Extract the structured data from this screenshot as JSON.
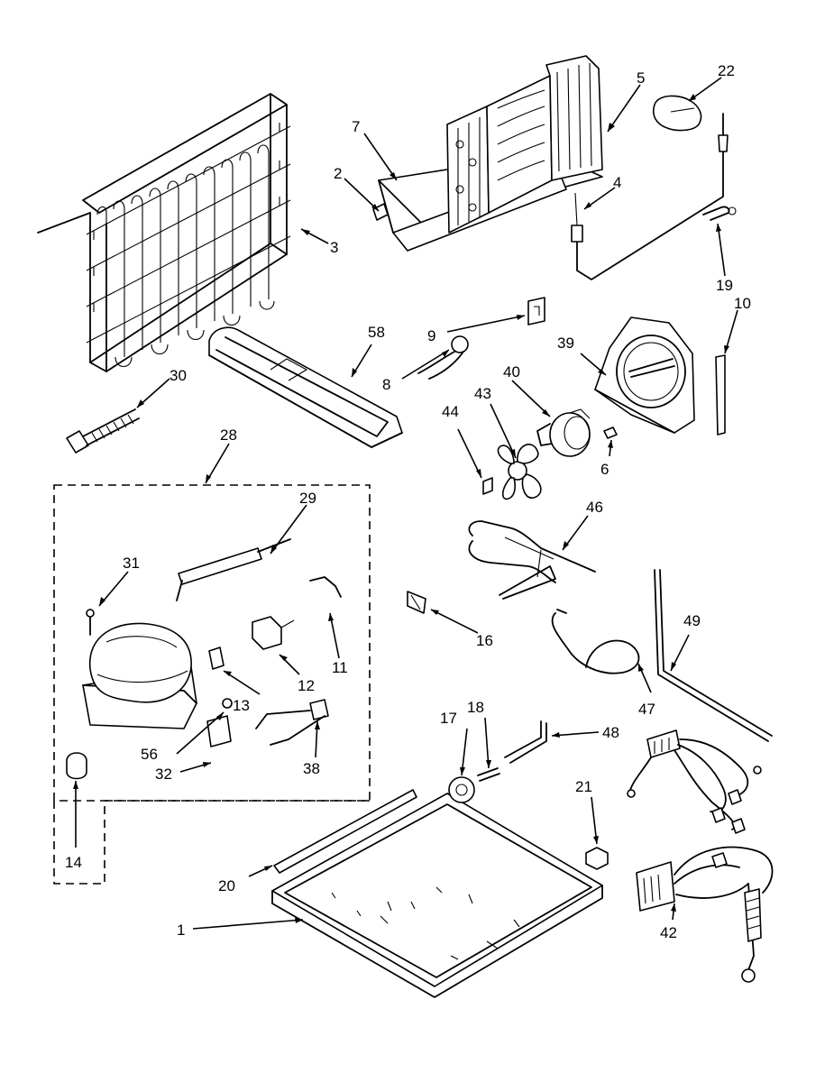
{
  "diagram": {
    "callouts": [
      {
        "id": "c1",
        "text": "1"
      },
      {
        "id": "c2",
        "text": "2"
      },
      {
        "id": "c3",
        "text": "3"
      },
      {
        "id": "c4",
        "text": "4"
      },
      {
        "id": "c5",
        "text": "5"
      },
      {
        "id": "c6",
        "text": "6"
      },
      {
        "id": "c7",
        "text": "7"
      },
      {
        "id": "c8",
        "text": "8"
      },
      {
        "id": "c9",
        "text": "9"
      },
      {
        "id": "c10",
        "text": "10"
      },
      {
        "id": "c11",
        "text": "11"
      },
      {
        "id": "c12",
        "text": "12"
      },
      {
        "id": "c13",
        "text": "13"
      },
      {
        "id": "c14",
        "text": "14"
      },
      {
        "id": "c16",
        "text": "16"
      },
      {
        "id": "c17",
        "text": "17"
      },
      {
        "id": "c18",
        "text": "18"
      },
      {
        "id": "c19",
        "text": "19"
      },
      {
        "id": "c20",
        "text": "20"
      },
      {
        "id": "c21",
        "text": "21"
      },
      {
        "id": "c22",
        "text": "22"
      },
      {
        "id": "c28",
        "text": "28"
      },
      {
        "id": "c29",
        "text": "29"
      },
      {
        "id": "c30",
        "text": "30"
      },
      {
        "id": "c31",
        "text": "31"
      },
      {
        "id": "c32",
        "text": "32"
      },
      {
        "id": "c38",
        "text": "38"
      },
      {
        "id": "c39",
        "text": "39"
      },
      {
        "id": "c40",
        "text": "40"
      },
      {
        "id": "c42",
        "text": "42"
      },
      {
        "id": "c43",
        "text": "43"
      },
      {
        "id": "c44",
        "text": "44"
      },
      {
        "id": "c46",
        "text": "46"
      },
      {
        "id": "c47",
        "text": "47"
      },
      {
        "id": "c48",
        "text": "48"
      },
      {
        "id": "c49",
        "text": "49"
      },
      {
        "id": "c56",
        "text": "56"
      },
      {
        "id": "c58",
        "text": "58"
      }
    ]
  }
}
